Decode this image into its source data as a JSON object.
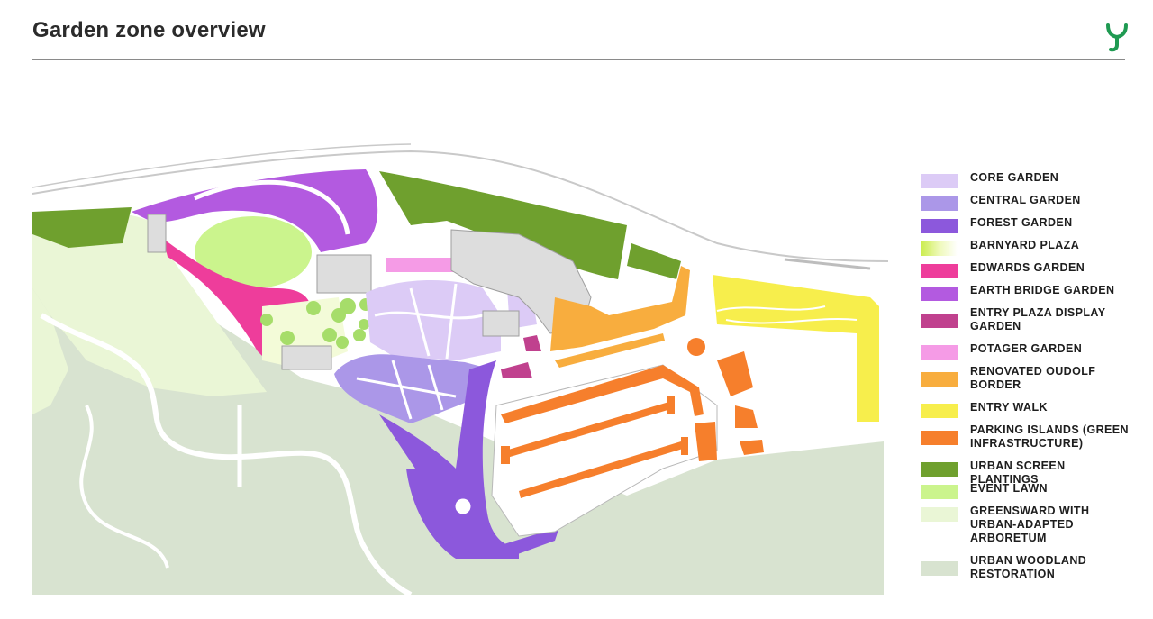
{
  "header": {
    "title": "Garden zone overview",
    "logo_icon": "y-leaf-logo-icon",
    "logo_color": "#1f9a52"
  },
  "map": {
    "zones": {
      "core_garden": "#dccbf6",
      "central_garden": "#ab97e8",
      "forest_garden": "#8c58dc",
      "barnyard_plaza": "#d8f27a",
      "edwards_garden": "#ee3d9b",
      "earth_bridge_garden": "#b35ae0",
      "entry_plaza_display_garden": "#c0418e",
      "potager_garden": "#f59be6",
      "renovated_oudolf_border": "#f8ad3e",
      "entry_walk": "#f7ee4c",
      "parking_islands": "#f67f2c",
      "urban_screen_plantings": "#6fa02e",
      "event_lawn": "#cbf48d",
      "greensward": "#eaf6d6",
      "urban_woodland": "#d8e3d0",
      "buildings": "#dddddd",
      "paths": "#ffffff"
    }
  },
  "legend": [
    {
      "label": "CORE GARDEN",
      "color": "#dccbf6"
    },
    {
      "label": "CENTRAL GARDEN",
      "color": "#ab97e8"
    },
    {
      "label": "FOREST GARDEN",
      "color": "#8c58dc"
    },
    {
      "label": "BARNYARD PLAZA",
      "color": "#d8f27a",
      "gradient": true
    },
    {
      "label": "EDWARDS GARDEN",
      "color": "#ee3d9b"
    },
    {
      "label": "EARTH BRIDGE GARDEN",
      "color": "#b35ae0"
    },
    {
      "label": "ENTRY PLAZA DISPLAY\nGARDEN",
      "color": "#c0418e"
    },
    {
      "label": "POTAGER GARDEN",
      "color": "#f59be6"
    },
    {
      "label": "RENOVATED OUDOLF\nBORDER",
      "color": "#f8ad3e"
    },
    {
      "label": "ENTRY WALK",
      "color": "#f7ee4c"
    },
    {
      "label": "PARKING ISLANDS (GREEN\nINFRASTRUCTURE)",
      "color": "#f67f2c"
    },
    {
      "label": "URBAN SCREEN PLANTINGS",
      "color": "#6fa02e"
    },
    {
      "label": "EVENT LAWN",
      "color": "#cbf48d"
    },
    {
      "label": "GREENSWARD WITH\nURBAN-ADAPTED\nARBORETUM",
      "color": "#eaf6d6"
    },
    {
      "label": "URBAN WOODLAND\nRESTORATION",
      "color": "#d8e3d0"
    }
  ]
}
